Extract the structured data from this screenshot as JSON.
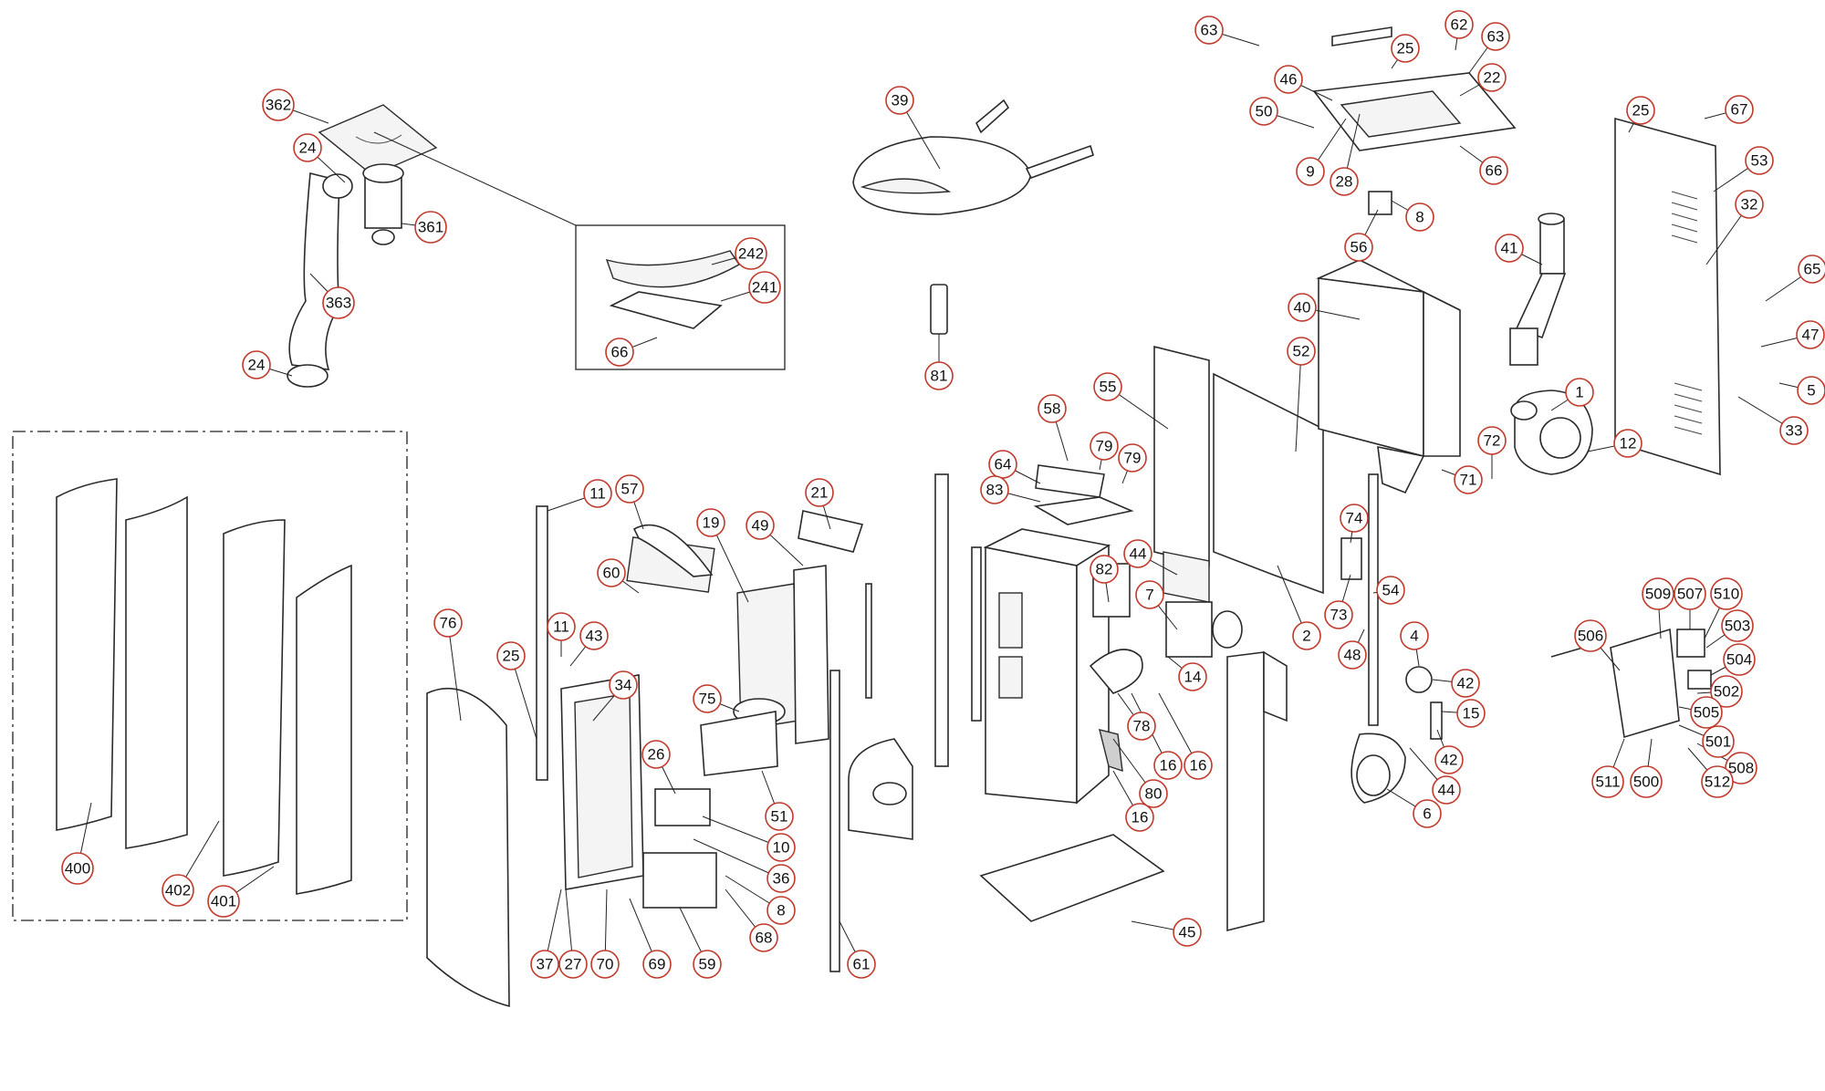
{
  "callouts": [
    {
      "id": "c63a",
      "label": "63"
    },
    {
      "id": "c62",
      "label": "62"
    },
    {
      "id": "c25a",
      "label": "25"
    },
    {
      "id": "c63b",
      "label": "63"
    },
    {
      "id": "c46",
      "label": "46"
    },
    {
      "id": "c22",
      "label": "22"
    },
    {
      "id": "c50",
      "label": "50"
    },
    {
      "id": "c9",
      "label": "9"
    },
    {
      "id": "c28",
      "label": "28"
    },
    {
      "id": "c66a",
      "label": "66"
    },
    {
      "id": "c8a",
      "label": "8"
    },
    {
      "id": "c56",
      "label": "56"
    },
    {
      "id": "c25b",
      "label": "25"
    },
    {
      "id": "c67",
      "label": "67"
    },
    {
      "id": "c53",
      "label": "53"
    },
    {
      "id": "c32",
      "label": "32"
    },
    {
      "id": "c65",
      "label": "65"
    },
    {
      "id": "c47",
      "label": "47"
    },
    {
      "id": "c5",
      "label": "5"
    },
    {
      "id": "c33",
      "label": "33"
    },
    {
      "id": "c41",
      "label": "41"
    },
    {
      "id": "c1",
      "label": "1"
    },
    {
      "id": "c12",
      "label": "12"
    },
    {
      "id": "c72",
      "label": "72"
    },
    {
      "id": "c71",
      "label": "71"
    },
    {
      "id": "c40",
      "label": "40"
    },
    {
      "id": "c52",
      "label": "52"
    },
    {
      "id": "c55",
      "label": "55"
    },
    {
      "id": "c58",
      "label": "58"
    },
    {
      "id": "c79a",
      "label": "79"
    },
    {
      "id": "c79b",
      "label": "79"
    },
    {
      "id": "c64",
      "label": "64"
    },
    {
      "id": "c83",
      "label": "83"
    },
    {
      "id": "c39",
      "label": "39"
    },
    {
      "id": "c81",
      "label": "81"
    },
    {
      "id": "c362",
      "label": "362"
    },
    {
      "id": "c24a",
      "label": "24"
    },
    {
      "id": "c361",
      "label": "361"
    },
    {
      "id": "c363",
      "label": "363"
    },
    {
      "id": "c24b",
      "label": "24"
    },
    {
      "id": "c242",
      "label": "242"
    },
    {
      "id": "c241",
      "label": "241"
    },
    {
      "id": "c66b",
      "label": "66"
    },
    {
      "id": "c400",
      "label": "400"
    },
    {
      "id": "c402",
      "label": "402"
    },
    {
      "id": "c401",
      "label": "401"
    },
    {
      "id": "c76",
      "label": "76"
    },
    {
      "id": "c25c",
      "label": "25"
    },
    {
      "id": "c11a",
      "label": "11"
    },
    {
      "id": "c11b",
      "label": "11"
    },
    {
      "id": "c43",
      "label": "43"
    },
    {
      "id": "c57",
      "label": "57"
    },
    {
      "id": "c34",
      "label": "34"
    },
    {
      "id": "c60",
      "label": "60"
    },
    {
      "id": "c19",
      "label": "19"
    },
    {
      "id": "c49",
      "label": "49"
    },
    {
      "id": "c21",
      "label": "21"
    },
    {
      "id": "c75",
      "label": "75"
    },
    {
      "id": "c26",
      "label": "26"
    },
    {
      "id": "c51",
      "label": "51"
    },
    {
      "id": "c10",
      "label": "10"
    },
    {
      "id": "c36",
      "label": "36"
    },
    {
      "id": "c8b",
      "label": "8"
    },
    {
      "id": "c68",
      "label": "68"
    },
    {
      "id": "c59",
      "label": "59"
    },
    {
      "id": "c69",
      "label": "69"
    },
    {
      "id": "c70",
      "label": "70"
    },
    {
      "id": "c27",
      "label": "27"
    },
    {
      "id": "c37",
      "label": "37"
    },
    {
      "id": "c61",
      "label": "61"
    },
    {
      "id": "c44",
      "label": "44"
    },
    {
      "id": "c82",
      "label": "82"
    },
    {
      "id": "c7",
      "label": "7"
    },
    {
      "id": "c14",
      "label": "14"
    },
    {
      "id": "c78",
      "label": "78"
    },
    {
      "id": "c16a",
      "label": "16"
    },
    {
      "id": "c16b",
      "label": "16"
    },
    {
      "id": "c16c",
      "label": "16"
    },
    {
      "id": "c80",
      "label": "80"
    },
    {
      "id": "c2",
      "label": "2"
    },
    {
      "id": "c74",
      "label": "74"
    },
    {
      "id": "c73",
      "label": "73"
    },
    {
      "id": "c48",
      "label": "48"
    },
    {
      "id": "c54",
      "label": "54"
    },
    {
      "id": "c4",
      "label": "4"
    },
    {
      "id": "c42a",
      "label": "42"
    },
    {
      "id": "c15",
      "label": "15"
    },
    {
      "id": "c42b",
      "label": "42"
    },
    {
      "id": "c44b",
      "label": "44"
    },
    {
      "id": "c6",
      "label": "6"
    },
    {
      "id": "c45",
      "label": "45"
    },
    {
      "id": "c506",
      "label": "506"
    },
    {
      "id": "c509",
      "label": "509"
    },
    {
      "id": "c507",
      "label": "507"
    },
    {
      "id": "c510",
      "label": "510"
    },
    {
      "id": "c503",
      "label": "503"
    },
    {
      "id": "c504",
      "label": "504"
    },
    {
      "id": "c502",
      "label": "502"
    },
    {
      "id": "c505",
      "label": "505"
    },
    {
      "id": "c501",
      "label": "501"
    },
    {
      "id": "c508",
      "label": "508"
    },
    {
      "id": "c512",
      "label": "512"
    },
    {
      "id": "c500",
      "label": "500"
    },
    {
      "id": "c511",
      "label": "511"
    }
  ]
}
